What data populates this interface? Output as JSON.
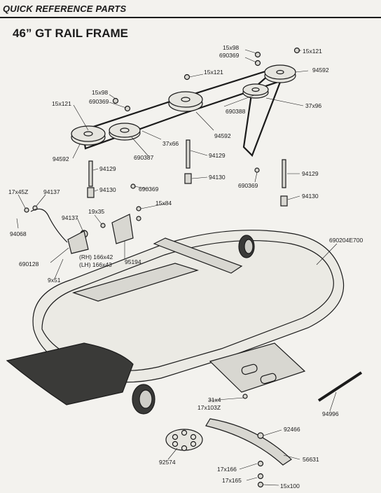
{
  "header": "QUICK REFERENCE PARTS",
  "title": "46” GT RAIL FRAME",
  "parts": {
    "p15x98a": "15x98",
    "p690369a": "690369",
    "p15x121a": "15x121",
    "p94592a": "94592",
    "p15x121b": "15x121",
    "p15x98b": "15x98",
    "p690369b": "690369",
    "p15x121c": "15x121",
    "p690388": "690388",
    "p37x96": "37x96",
    "p94592b": "94592",
    "p37x66": "37x66",
    "p94592c": "94592",
    "p690387": "690387",
    "p94129a": "94129",
    "p94129b": "94129",
    "p94130a": "94130",
    "p94130b": "94130",
    "p690369c": "690369",
    "p690369d": "690369",
    "p94129c": "94129",
    "p94130c": "94130",
    "p17x45z": "17x45Z",
    "p94137a": "94137",
    "p15x84": "15x84",
    "p19x35": "19x35",
    "p94137b": "94137",
    "p94068": "94068",
    "p690204e700": "690204E700",
    "p690128": "690128",
    "rh": "(RH) 166x42",
    "lh": "(LH) 166x43",
    "p95194": "95194",
    "p9x51": "9x51",
    "p31x4": "31x4",
    "p17x103z": "17x103Z",
    "p94996": "94996",
    "p92466": "92466",
    "p92574": "92574",
    "p56631": "56631",
    "p17x166": "17x166",
    "p17x165": "17x165",
    "p15x100": "15x100"
  }
}
